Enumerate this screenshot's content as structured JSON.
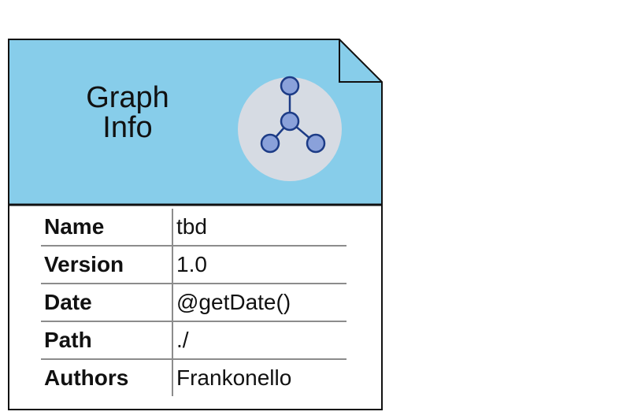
{
  "card": {
    "title_lines": [
      "Graph",
      "Info"
    ],
    "header_color": "#87cdea",
    "icon": "graph-network-icon",
    "rows": [
      {
        "key": "Name",
        "value": "tbd"
      },
      {
        "key": "Version",
        "value": "1.0"
      },
      {
        "key": "Date",
        "value": "@getDate()"
      },
      {
        "key": "Path",
        "value": "./"
      },
      {
        "key": "Authors",
        "value": "Frankonello"
      }
    ]
  }
}
